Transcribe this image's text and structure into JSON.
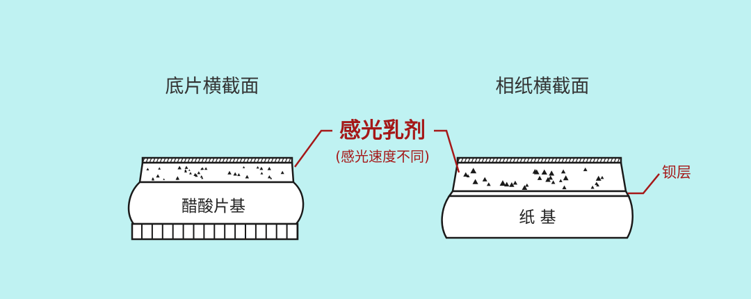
{
  "left_panel": {
    "title": "底片横截面",
    "base_label": "醋酸片基"
  },
  "right_panel": {
    "title": "相纸横截面",
    "base_label": "纸 基"
  },
  "callouts": {
    "emulsion": "感光乳剂",
    "emulsion_note": "(感光速度不同)",
    "baryta": "钡层"
  },
  "colors": {
    "background": "#bff2f2",
    "outline": "#1a1a1a",
    "callout": "#a51818",
    "layer_fill": "#ffffff"
  }
}
